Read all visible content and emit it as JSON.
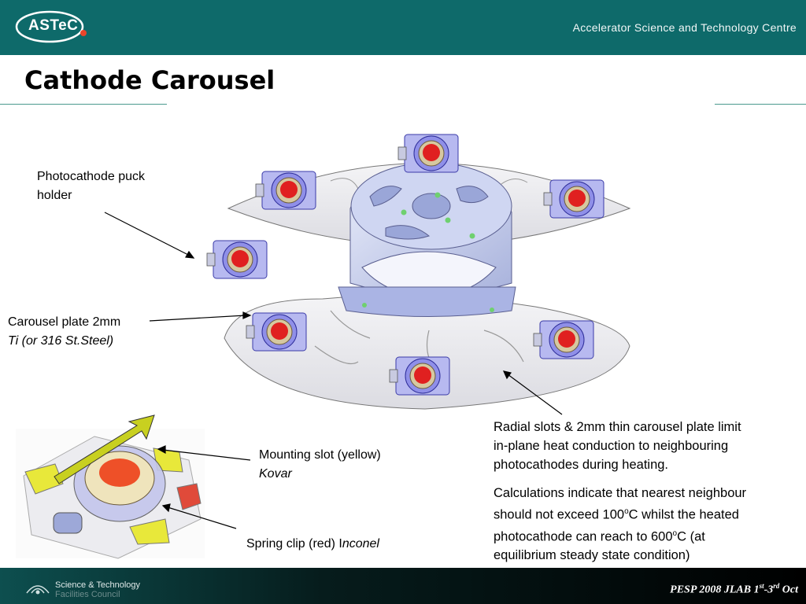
{
  "header": {
    "logo_text": "ASTeC",
    "org_name": "Accelerator Science and Technology Centre"
  },
  "slide": {
    "title": "Cathode Carousel"
  },
  "labels": {
    "puck_holder_line1": "Photocathode puck",
    "puck_holder_line2": "holder",
    "plate_line1": "Carousel plate 2mm",
    "plate_line2": "Ti (or 316 St.Steel)",
    "mount_line1": "Mounting slot (yellow)",
    "mount_line2": "Kovar",
    "spring_prefix": "Spring clip (red) I",
    "spring_suffix": "nconel"
  },
  "notes": {
    "p1_line1": "Radial slots & 2mm thin carousel plate limit",
    "p1_line2": "in-plane heat conduction to neighbouring",
    "p1_line3": "photocathodes during heating.",
    "p2_line1": "Calculations indicate that nearest neighbour",
    "p2_line2_a": "should not exceed 100",
    "p2_line2_sup": "o",
    "p2_line2_b": "C whilst the heated",
    "p2_line3_a": "photocathode can reach to 600",
    "p2_line3_sup": "o",
    "p2_line3_b": "C (at",
    "p2_line4": "equilibrium steady state condition)"
  },
  "footer": {
    "org_line1": "Science & Technology",
    "org_line2": "Facilities Council",
    "event_a": "PESP 2008 JLAB 1",
    "event_sup1": "st",
    "event_b": "-3",
    "event_sup2": "rd",
    "event_c": " Oct"
  },
  "colors": {
    "header_bg": "#0e6a6a",
    "accent_rule": "#4a9a8e",
    "puck_red": "#e02020",
    "holder_blue": "#7c7ce8",
    "mount_yellow": "#e8e83a"
  }
}
